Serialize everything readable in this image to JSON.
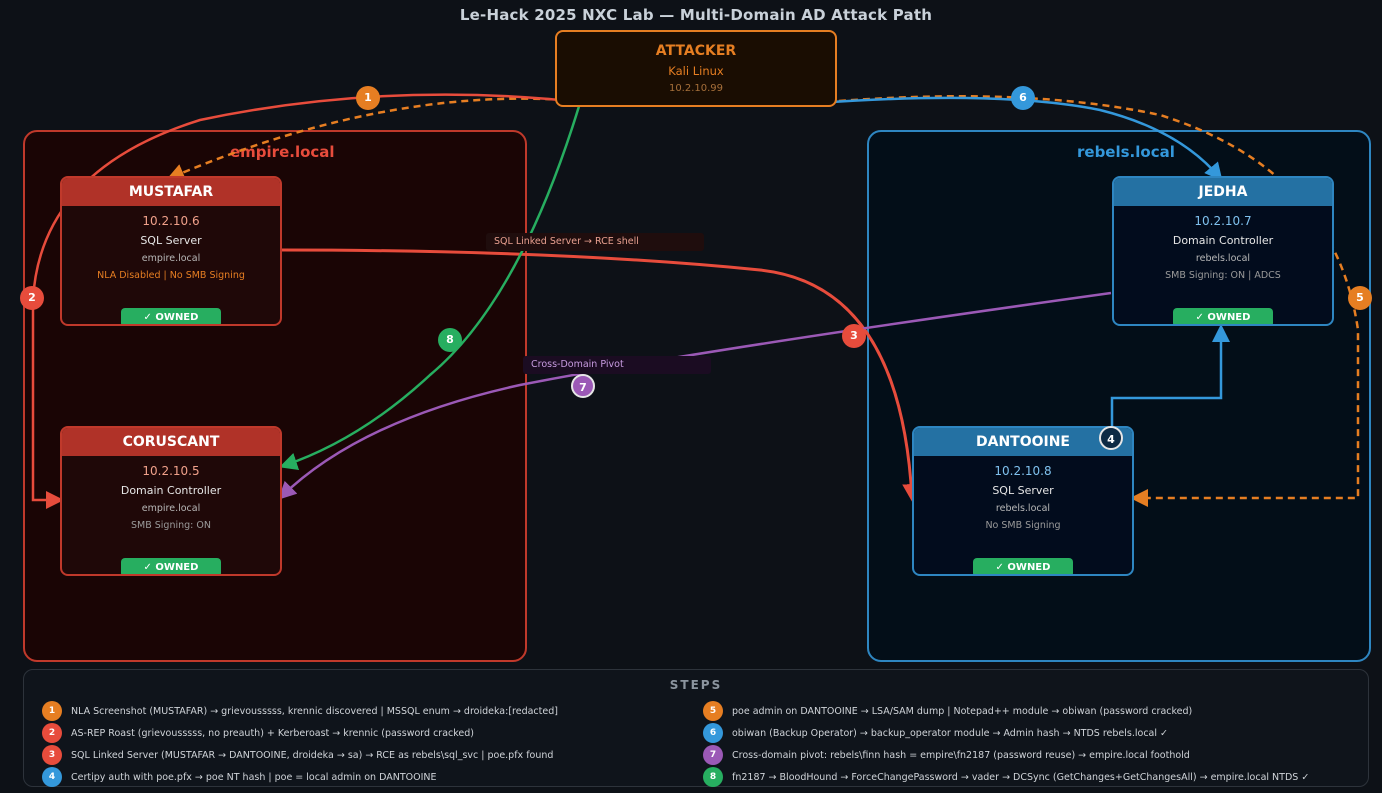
{
  "title": "Le-Hack 2025 NXC Lab — Multi-Domain AD Attack Path",
  "attacker": {
    "title": "ATTACKER",
    "os": "Kali Linux",
    "ip": "10.2.10.99"
  },
  "domains": {
    "empire": "empire.local",
    "rebels": "rebels.local"
  },
  "nodes": {
    "mustafar": {
      "name": "MUSTAFAR",
      "ip": "10.2.10.6",
      "role": "SQL Server",
      "domain": "empire.local",
      "note": "NLA Disabled | No SMB Signing",
      "status": "✓ OWNED"
    },
    "coruscant": {
      "name": "CORUSCANT",
      "ip": "10.2.10.5",
      "role": "Domain Controller",
      "domain": "empire.local",
      "note": "SMB Signing: ON",
      "status": "✓ OWNED"
    },
    "jedha": {
      "name": "JEDHA",
      "ip": "10.2.10.7",
      "role": "Domain Controller",
      "domain": "rebels.local",
      "note": "SMB Signing: ON | ADCS",
      "status": "✓ OWNED"
    },
    "dantooine": {
      "name": "DANTOOINE",
      "ip": "10.2.10.8",
      "role": "SQL Server",
      "domain": "rebels.local",
      "note": "No SMB Signing",
      "status": "✓ OWNED"
    }
  },
  "edge_labels": {
    "sql_linked": "SQL Linked Server → RCE shell",
    "pivot": "Cross-Domain Pivot"
  },
  "badges": [
    "1",
    "2",
    "3",
    "4",
    "5",
    "6",
    "7",
    "8"
  ],
  "colors": {
    "s1": "#e67e22",
    "s2": "#e74c3c",
    "s3": "#e74c3c",
    "s4": "#3498db",
    "s5": "#e67e22",
    "s6": "#3498db",
    "s7": "#9b59b6",
    "s8": "#27ae60"
  },
  "steps_title": "STEPS",
  "steps": [
    {
      "num": "1",
      "text": "NLA Screenshot (MUSTAFAR) → grievousssss, krennic discovered | MSSQL enum → droideka:[redacted]"
    },
    {
      "num": "2",
      "text": "AS-REP Roast (grievousssss, no preauth) + Kerberoast → krennic (password cracked)"
    },
    {
      "num": "3",
      "text": "SQL Linked Server (MUSTAFAR → DANTOOINE, droideka → sa) → RCE as rebels\\sql_svc | poe.pfx found"
    },
    {
      "num": "4",
      "text": "Certipy auth with poe.pfx → poe NT hash | poe = local admin on DANTOOINE"
    },
    {
      "num": "5",
      "text": "poe admin on DANTOOINE → LSA/SAM dump | Notepad++ module → obiwan (password cracked)"
    },
    {
      "num": "6",
      "text": "obiwan (Backup Operator) → backup_operator module → Admin hash → NTDS rebels.local ✓"
    },
    {
      "num": "7",
      "text": "Cross-domain pivot: rebels\\finn hash = empire\\fn2187 (password reuse) → empire.local foothold"
    },
    {
      "num": "8",
      "text": "fn2187 → BloodHound → ForceChangePassword → vader → DCSync (GetChanges+GetChangesAll) → empire.local NTDS ✓"
    }
  ]
}
